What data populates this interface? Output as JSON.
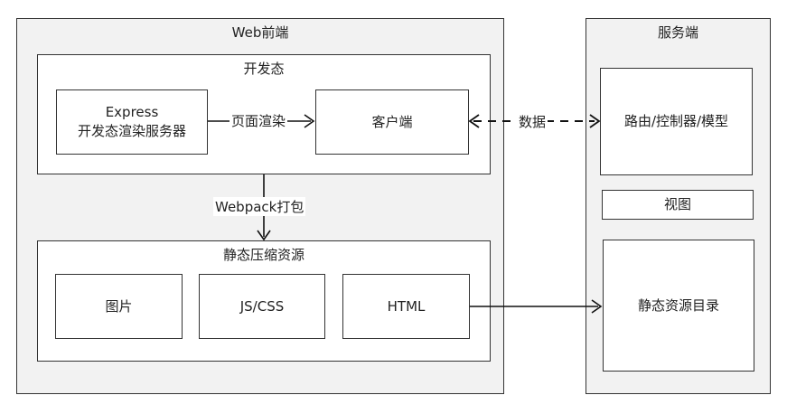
{
  "web": {
    "title": "Web前端",
    "dev": {
      "title": "开发态",
      "express_line1": "Express",
      "express_line2": "开发态渲染服务器",
      "render_label": "页面渲染",
      "client": "客户端"
    },
    "webpack_label": "Webpack打包",
    "static": {
      "title": "静态压缩资源",
      "images": "图片",
      "jscss": "JS/CSS",
      "html": "HTML"
    }
  },
  "data_label": "数据",
  "server": {
    "title": "服务端",
    "routes": "路由/控制器/模型",
    "views": "视图",
    "static_dir": "静态资源目录"
  }
}
